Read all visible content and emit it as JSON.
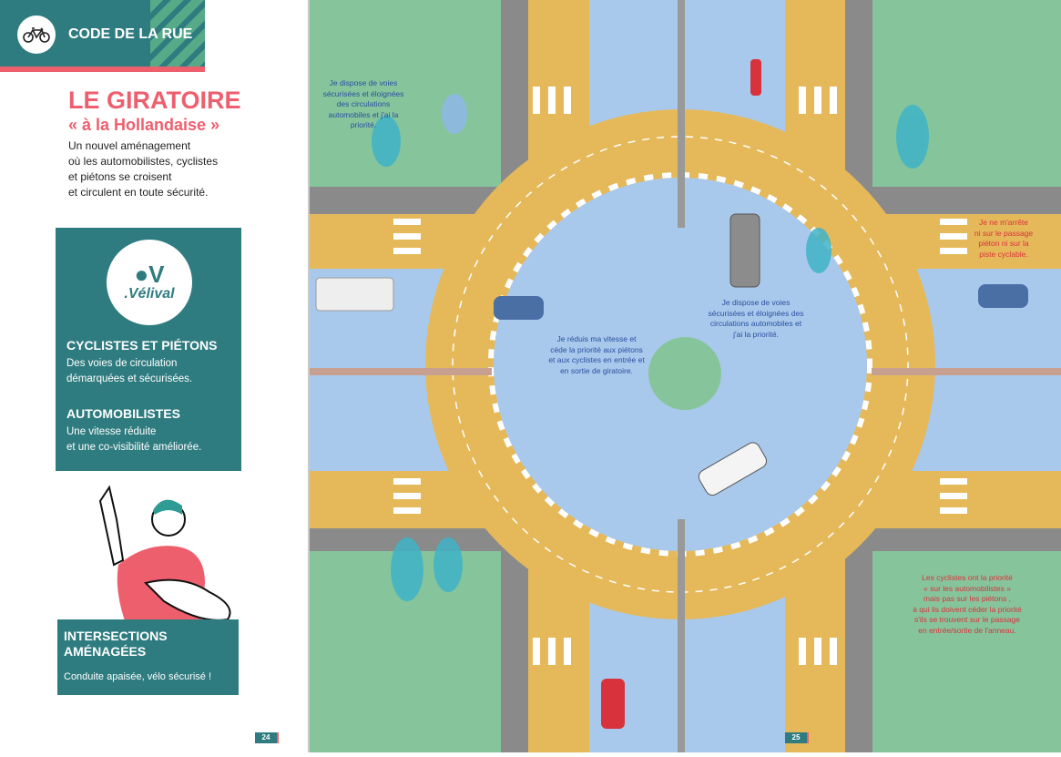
{
  "header": {
    "title": "CODE DE LA RUE",
    "icon": "bicycle-icon"
  },
  "title": "LE GIRATOIRE",
  "subtitle": "« à la Hollandaise »",
  "intro": [
    "Un nouvel aménagement",
    "où les automobilistes, cyclistes",
    " et piétons se croisent",
    "et circulent en toute sécurité."
  ],
  "logo": {
    "mark": "●V",
    "name": ".Vélival"
  },
  "sections": [
    {
      "title": "CYCLISTES ET PIÉTONS",
      "lines": [
        "Des voies de circulation",
        "démarquées et sécurisées."
      ]
    },
    {
      "title": "AUTOMOBILISTES",
      "lines": [
        "Une vitesse réduite",
        "et une co-visibilité améliorée."
      ]
    }
  ],
  "intersections": {
    "title_lines": [
      "INTERSECTIONS",
      "AMÉNAGÉES"
    ],
    "text": "Conduite apaisée, vélo sécurisé !"
  },
  "pages": {
    "left": "24",
    "right": "25"
  },
  "notes": {
    "cyclist_top": [
      "Je dispose de voies",
      "sécurisées et éloignées",
      "des circulations",
      "automobiles et j'ai la",
      "priorité."
    ],
    "cyclist_ring": [
      "Je dispose de voies",
      "sécurisées et éloignées des",
      "circulations automobiles et",
      "j'ai la priorité."
    ],
    "driver": [
      "Je réduis ma vitesse et",
      "cède la priorité aux piétons",
      "et aux cyclistes en entrée et",
      "en sortie de giratoire."
    ],
    "stop": [
      "Je ne m'arrête",
      "ni sur le passage",
      "piéton ni sur la",
      "piste cyclable."
    ],
    "priority": [
      "Les cyclistes ont la priorité",
      "« sur les automobilistes »",
      "mais pas sur les piétons ,",
      "à qui ils doivent céder la priorité",
      "s'ils se trouvent sur le passage",
      "en entrée/sortie de l'anneau."
    ]
  },
  "colors": {
    "teal": "#2f7c80",
    "coral": "#ee5f6e",
    "grass": "#86c59c",
    "bike": "#e5b95a",
    "blue": "#a9c9ec",
    "road": "#8a8a8a"
  }
}
